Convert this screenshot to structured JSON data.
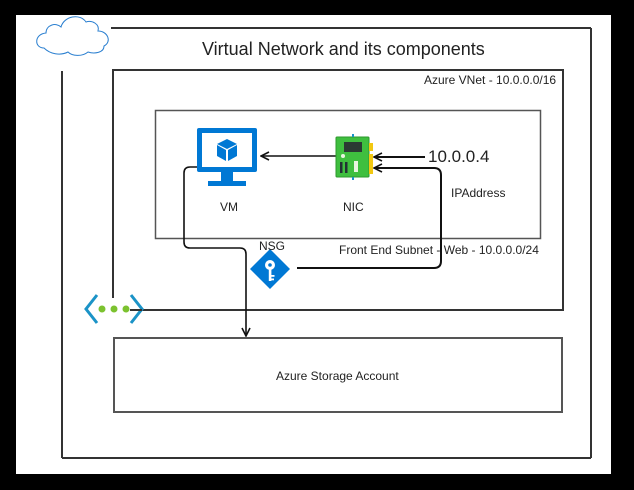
{
  "diagram": {
    "title": "Virtual Network and its components",
    "containers": {
      "vnet": {
        "label": "Azure VNet - 10.0.0.0/16"
      },
      "subnet": {
        "label": "Front End Subnet - Web - 10.0.0.0/24"
      },
      "storage": {
        "label": "Azure Storage Account"
      }
    },
    "nodes": {
      "vm": {
        "label": "VM",
        "icon": "virtual-machine-icon"
      },
      "nic": {
        "label": "NIC",
        "icon": "network-interface-icon"
      },
      "nsg": {
        "label": "NSG",
        "icon": "network-security-group-icon"
      },
      "ip": {
        "value": "10.0.0.4",
        "label": "IPAddress"
      },
      "cloud": {
        "icon": "cloud-icon"
      },
      "vnet_icon": {
        "icon": "virtual-network-icon"
      }
    },
    "edges": [
      {
        "from": "nic",
        "to": "vm"
      },
      {
        "from": "ip",
        "to": "nic"
      },
      {
        "from": "nsg",
        "to": "nic"
      },
      {
        "from": "vm",
        "to": "storage"
      }
    ],
    "colors": {
      "azure_blue": "#0078d4",
      "vnet_blue": "#1b93c7",
      "nic_green": "#3fbf3f",
      "dots_green": "#7cc22f"
    }
  }
}
